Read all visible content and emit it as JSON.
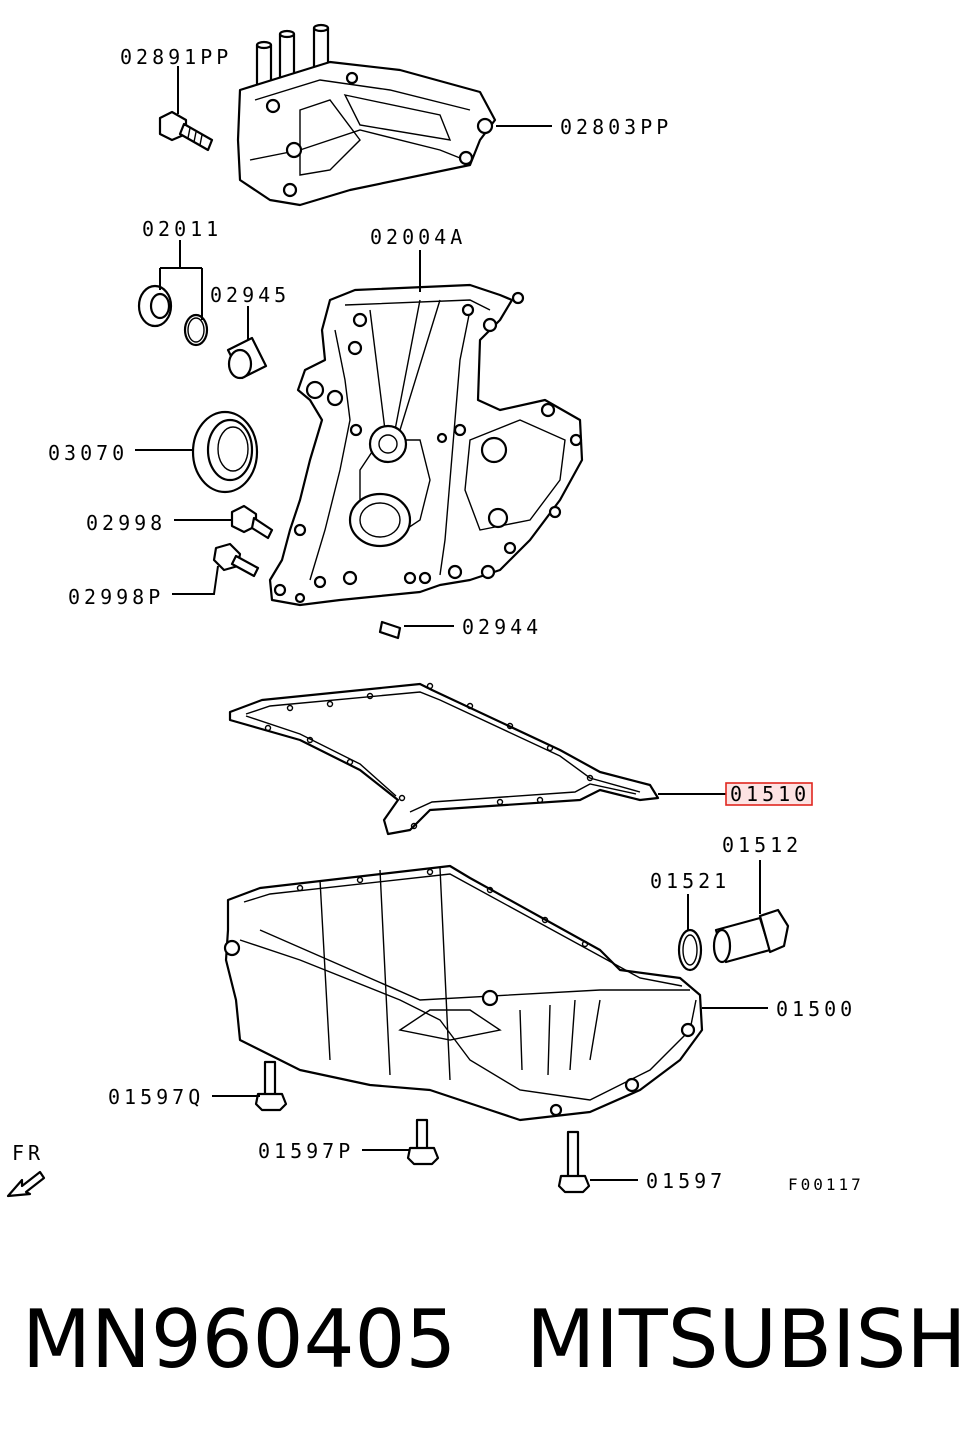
{
  "labels": {
    "p02891PP": "02891PP",
    "p02803PP": "02803PP",
    "p02011": "02011",
    "p02004A": "02004A",
    "p02945": "02945",
    "p03070": "03070",
    "p02998": "02998",
    "p02998P": "02998P",
    "p02944": "02944",
    "p01510": "01510",
    "p01512": "01512",
    "p01521": "01521",
    "p01500": "01500",
    "p01597Q": "01597Q",
    "p01597P": "01597P",
    "p01597": "01597"
  },
  "direction": "FR",
  "figure_code": "F00117",
  "caption": {
    "part_number": "MN960405",
    "brand": "MITSUBISHI"
  },
  "highlight_color": "#e0261f"
}
